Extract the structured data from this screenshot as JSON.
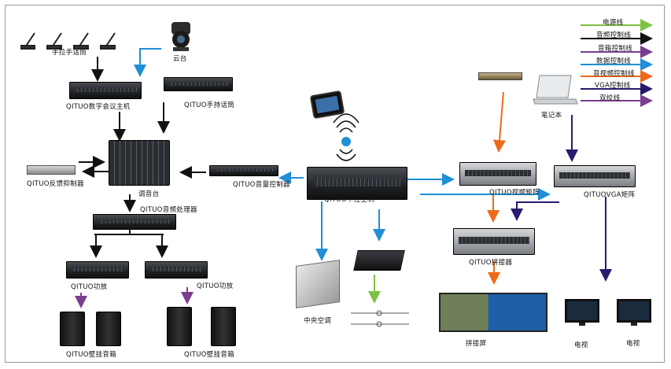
{
  "legend": [
    {
      "label": "电源线",
      "color": "#7dc242"
    },
    {
      "label": "音频控制线",
      "color": "#111111"
    },
    {
      "label": "音箱控制线",
      "color": "#7b3d8f"
    },
    {
      "label": "数据控制线",
      "color": "#1f8fd6"
    },
    {
      "label": "音视频控制线",
      "color": "#ee6a1a"
    },
    {
      "label": "VGA控制线",
      "color": "#2a1a6e"
    },
    {
      "label": "双绞线",
      "color": "#7b3d8f"
    }
  ],
  "labels": {
    "mic": "手拉手话筒",
    "camera": "云台",
    "conference_host": "QITUO数字会议主机",
    "handheld_mic": "QITUO手持话筒",
    "feedback": "QITUO反馈抑制器",
    "mixer": "调音台",
    "volume_ctrl": "QITUO音量控制器",
    "audio_proc": "QITUO音频处理器",
    "amp1": "QITUO功放",
    "amp2": "QITUO功放",
    "speaker1": "QITUO壁挂音箱",
    "speaker2": "QITUO壁挂音箱",
    "central_host": "QITUO中控主机",
    "ac": "中央空调",
    "video_matrix": "QITUO视频矩阵",
    "vga_matrix": "QITUOVGA矩阵",
    "splicer": "QITUO拼接器",
    "splice_screen": "拼接屏",
    "laptop": "笔记本",
    "tv1": "电视",
    "tv2": "电视"
  }
}
